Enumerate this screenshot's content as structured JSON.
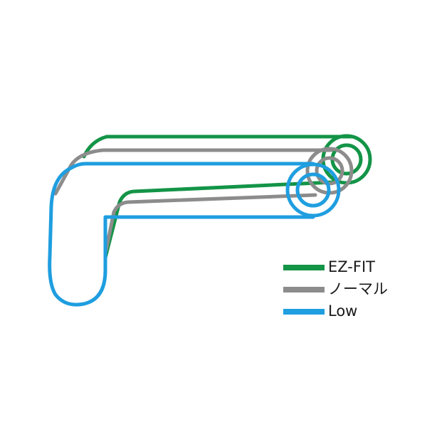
{
  "colors": {
    "ez_fit": "#139447",
    "normal": "#8c8c8c",
    "low": "#1f9ee0"
  },
  "legend": [
    {
      "label": "EZ-FIT",
      "color_key": "ez_fit"
    },
    {
      "label": "ノーマル",
      "color_key": "normal"
    },
    {
      "label": "Low",
      "color_key": "low"
    }
  ]
}
